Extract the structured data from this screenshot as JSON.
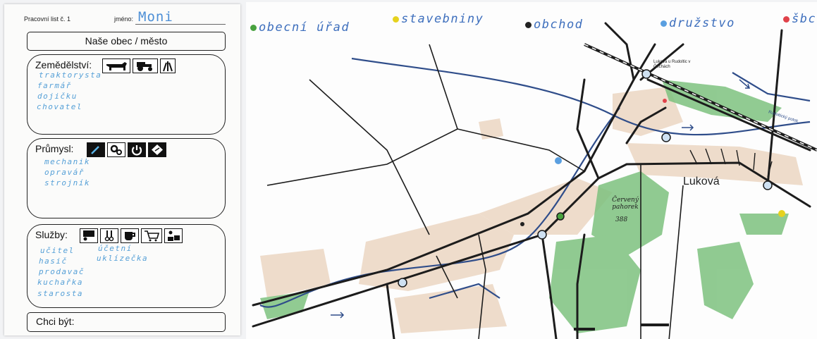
{
  "worksheet": {
    "header": "Pracovní list č. 1",
    "name_label": "jméno:",
    "name_value": "Moni",
    "title": "Naše obec / město",
    "sections": {
      "agriculture": {
        "title": "Zemědělství:",
        "icons": [
          "cow-icon",
          "tractor-icon",
          "crop-icon"
        ],
        "entries": [
          "traktorysta",
          "farmář",
          "dojičku",
          "chovatel"
        ]
      },
      "industry": {
        "title": "Průmysl:",
        "icons": [
          "wrench-icon",
          "gears-icon",
          "power-icon",
          "diamond-icon"
        ],
        "entries": [
          "mechanik",
          "opravář",
          "strojník"
        ]
      },
      "services": {
        "title": "Služby:",
        "icons": [
          "teacher-icon",
          "scissors-icon",
          "cup-icon",
          "cart-icon",
          "clerk-icon"
        ],
        "entries_left": [
          "učitel",
          "hasič",
          "prodavač",
          "kuchařka",
          "starosta"
        ],
        "entries_right": [
          "účetní",
          "uklízečka"
        ]
      }
    },
    "want_label": "Chci být:"
  },
  "map": {
    "legend": [
      {
        "label": "obecní úřad",
        "color": "#48a23f"
      },
      {
        "label": "stavebniny",
        "color": "#e6d21e"
      },
      {
        "label": "obchod",
        "color": "#222222"
      },
      {
        "label": "družstvo",
        "color": "#5a9fe0"
      },
      {
        "label": "šbc",
        "color": "#e0424a"
      }
    ],
    "town_label": "Luková",
    "station_label": "Luková u Rudoltic v Čechách",
    "hill_name": "Červený pahorek",
    "hill_elevation": "388",
    "stream_label": "Rudoltický potok",
    "colors": {
      "road": "#1c1c1c",
      "stream": "#2f4d8a",
      "forest": "#7ec27f",
      "built": "#eedccb"
    }
  }
}
